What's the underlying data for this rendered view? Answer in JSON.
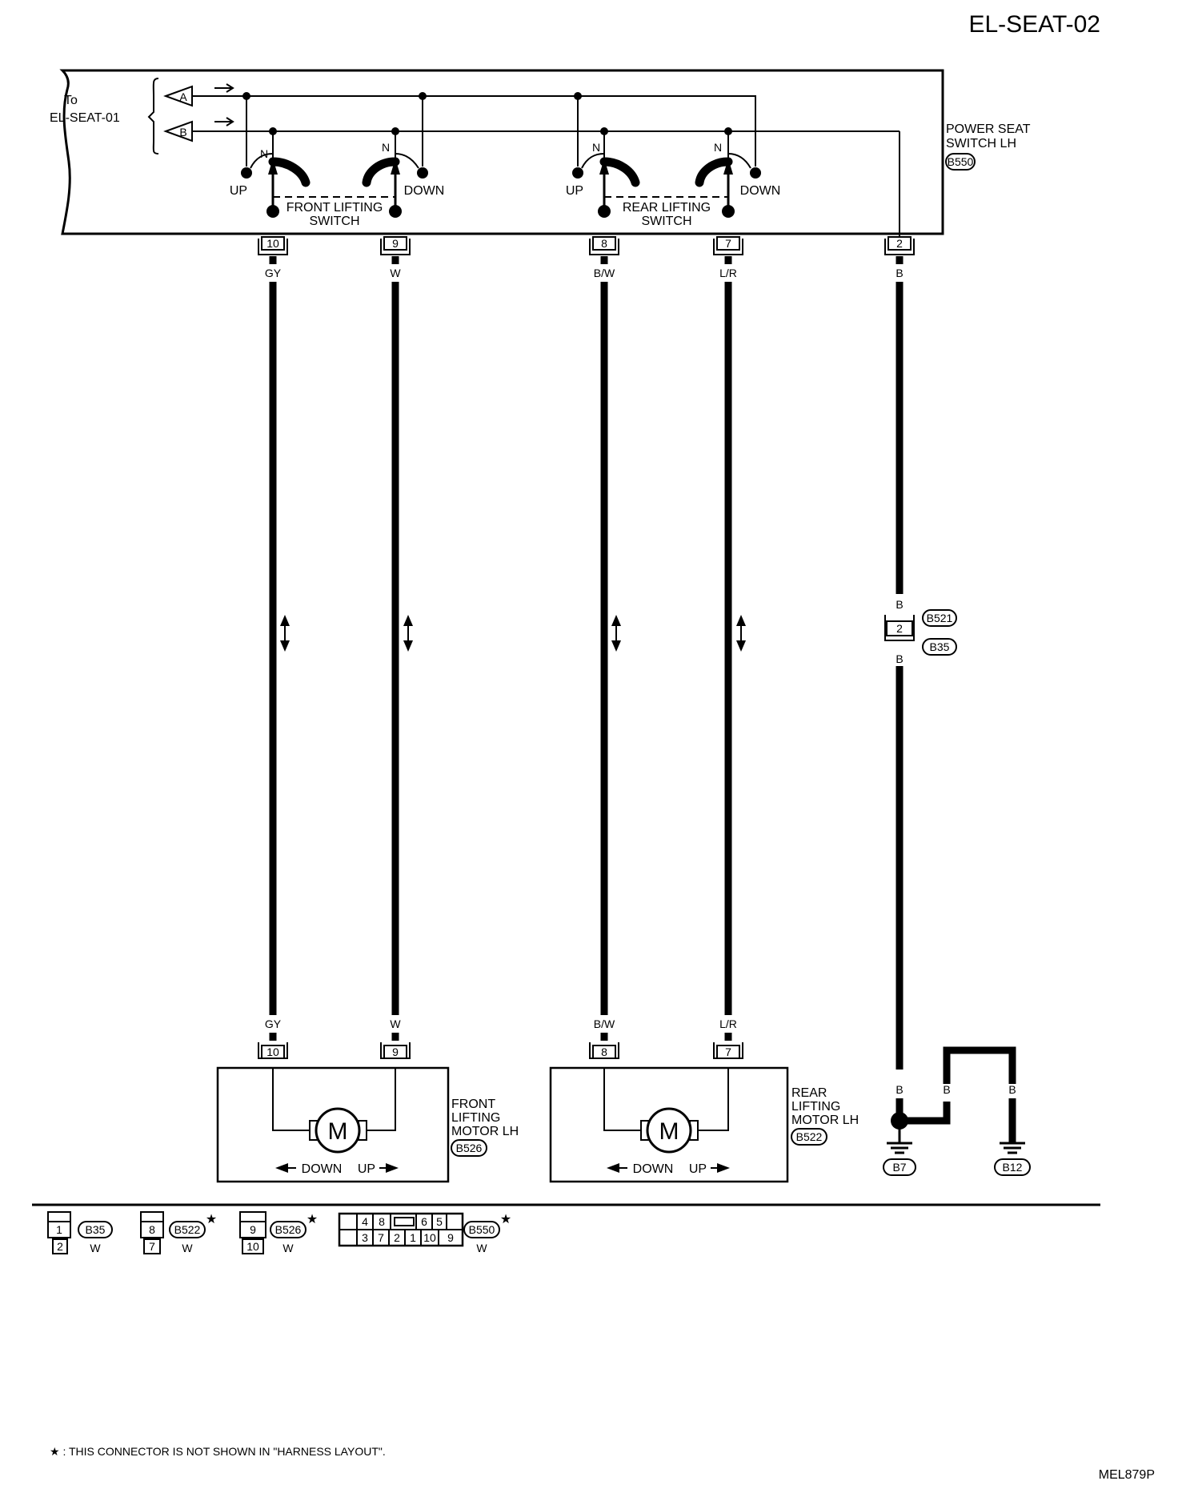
{
  "page": {
    "title": "EL-SEAT-02",
    "figure_code": "MEL879P",
    "footnote": "★ : THIS CONNECTOR IS NOT SHOWN IN \"HARNESS LAYOUT\"."
  },
  "source_ref": {
    "to": "To",
    "page": "EL-SEAT-01",
    "connector_a": "A",
    "connector_b": "B"
  },
  "power_seat_switch": {
    "name_line1": "POWER SEAT",
    "name_line2": "SWITCH LH",
    "connector_id": "B550"
  },
  "front_switch": {
    "label_line1": "FRONT LIFTING",
    "label_line2": "SWITCH",
    "pos_up": "UP",
    "pos_down": "DOWN",
    "neutral_1": "N",
    "neutral_2": "N"
  },
  "rear_switch": {
    "label_line1": "REAR LIFTING",
    "label_line2": "SWITCH",
    "pos_up": "UP",
    "pos_down": "DOWN",
    "neutral_1": "N",
    "neutral_2": "N"
  },
  "wires": [
    {
      "pin": "10",
      "color": "GY"
    },
    {
      "pin": "9",
      "color": "W"
    },
    {
      "pin": "8",
      "color": "B/W"
    },
    {
      "pin": "7",
      "color": "L/R"
    },
    {
      "pin": "2",
      "color": "B"
    }
  ],
  "ground_harness": {
    "upper_connector": "B521",
    "lower_connector": "B35",
    "pin": "2",
    "color_upper": "B",
    "color_lower": "B",
    "color_at_ground": "B",
    "color_jumper": "B",
    "color_b12": "B",
    "ground_1": "B7",
    "ground_2": "B12"
  },
  "front_motor": {
    "name_line1": "FRONT",
    "name_line2": "LIFTING",
    "name_line3": "MOTOR LH",
    "connector_id": "B526",
    "motor_symbol": "M",
    "dir_down": "DOWN",
    "dir_up": "UP",
    "pin_a": "10",
    "pin_b": "9",
    "color_a": "GY",
    "color_b": "W"
  },
  "rear_motor": {
    "name_line1": "REAR",
    "name_line2": "LIFTING",
    "name_line3": "MOTOR LH",
    "connector_id": "B522",
    "motor_symbol": "M",
    "dir_down": "DOWN",
    "dir_up": "UP",
    "pin_a": "8",
    "pin_b": "7",
    "color_a": "B/W",
    "color_b": "L/R"
  },
  "connector_views": [
    {
      "id": "B35",
      "top": "1",
      "bottom": "2",
      "color": "W",
      "star": ""
    },
    {
      "id": "B522",
      "top": "8",
      "bottom": "7",
      "color": "W",
      "star": "★"
    },
    {
      "id": "B526",
      "top": "9",
      "bottom": "10",
      "color": "W",
      "star": "★"
    },
    {
      "id": "B550",
      "row1": [
        "4",
        "8",
        "",
        "6",
        "5"
      ],
      "row2": [
        "3",
        "7",
        "2",
        "1",
        "10",
        "9"
      ],
      "color": "W",
      "star": "★"
    }
  ]
}
